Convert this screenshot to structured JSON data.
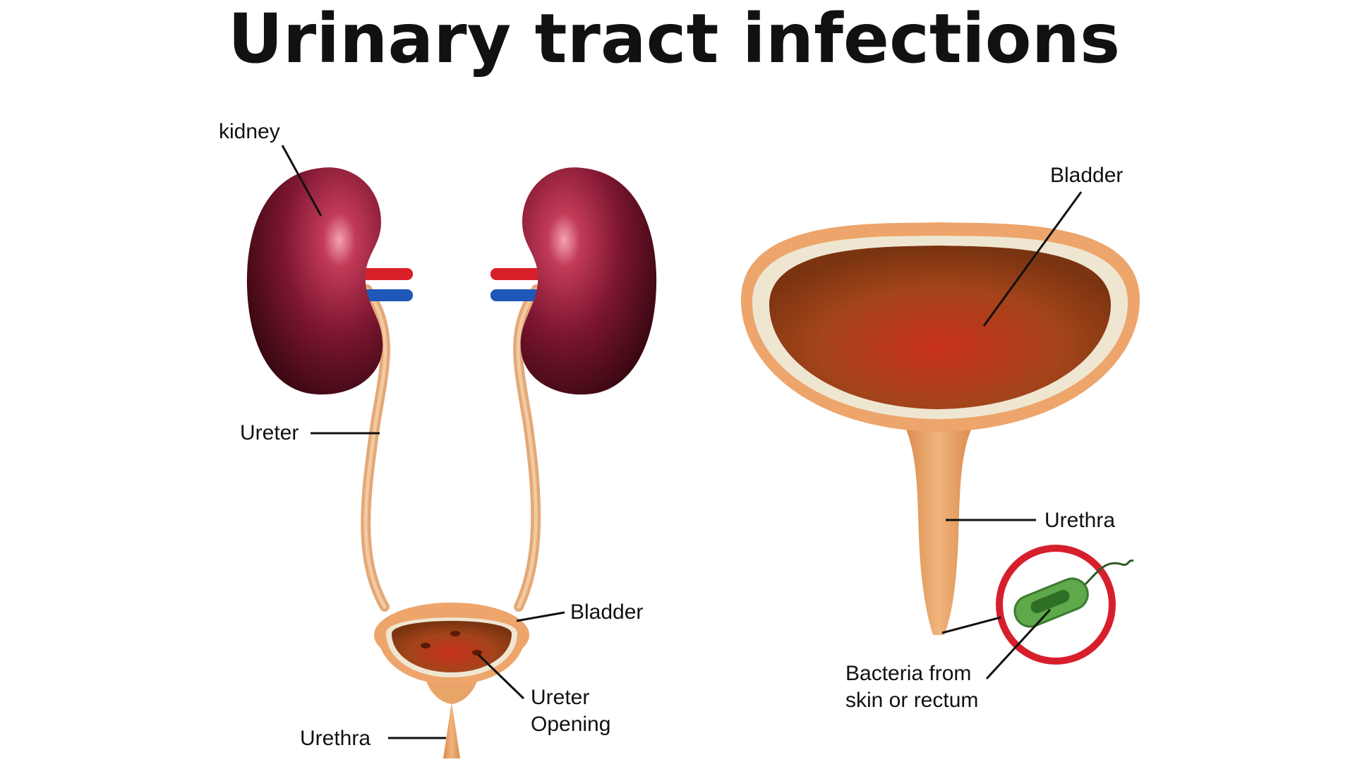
{
  "title": "Urinary tract infections",
  "labels": {
    "kidney": "kidney",
    "ureter": "Ureter",
    "bladder_small": "Bladder",
    "ureter_opening_line1": "Ureter",
    "ureter_opening_line2": "Opening",
    "urethra_left": "Urethra",
    "bladder_large": "Bladder",
    "urethra_right": "Urethra",
    "bacteria_line1": "Bacteria from",
    "bacteria_line2": "skin or rectum"
  },
  "colors": {
    "kidney_dark": "#4a0c18",
    "kidney_mid": "#8c1b33",
    "kidney_highlight": "#f08aa0",
    "artery": "#d8202a",
    "vein": "#1f57b8",
    "ureter_tube": "#e9b07f",
    "bladder_wall": "#eda56b",
    "bladder_liner": "#efe6d2",
    "bladder_inner": "#8b3a0f",
    "bladder_inner_center": "#c2361a",
    "bacteria_ring": "#d71f2c",
    "bacterium": "#5ea94a",
    "bacterium_core": "#2f6f25"
  }
}
